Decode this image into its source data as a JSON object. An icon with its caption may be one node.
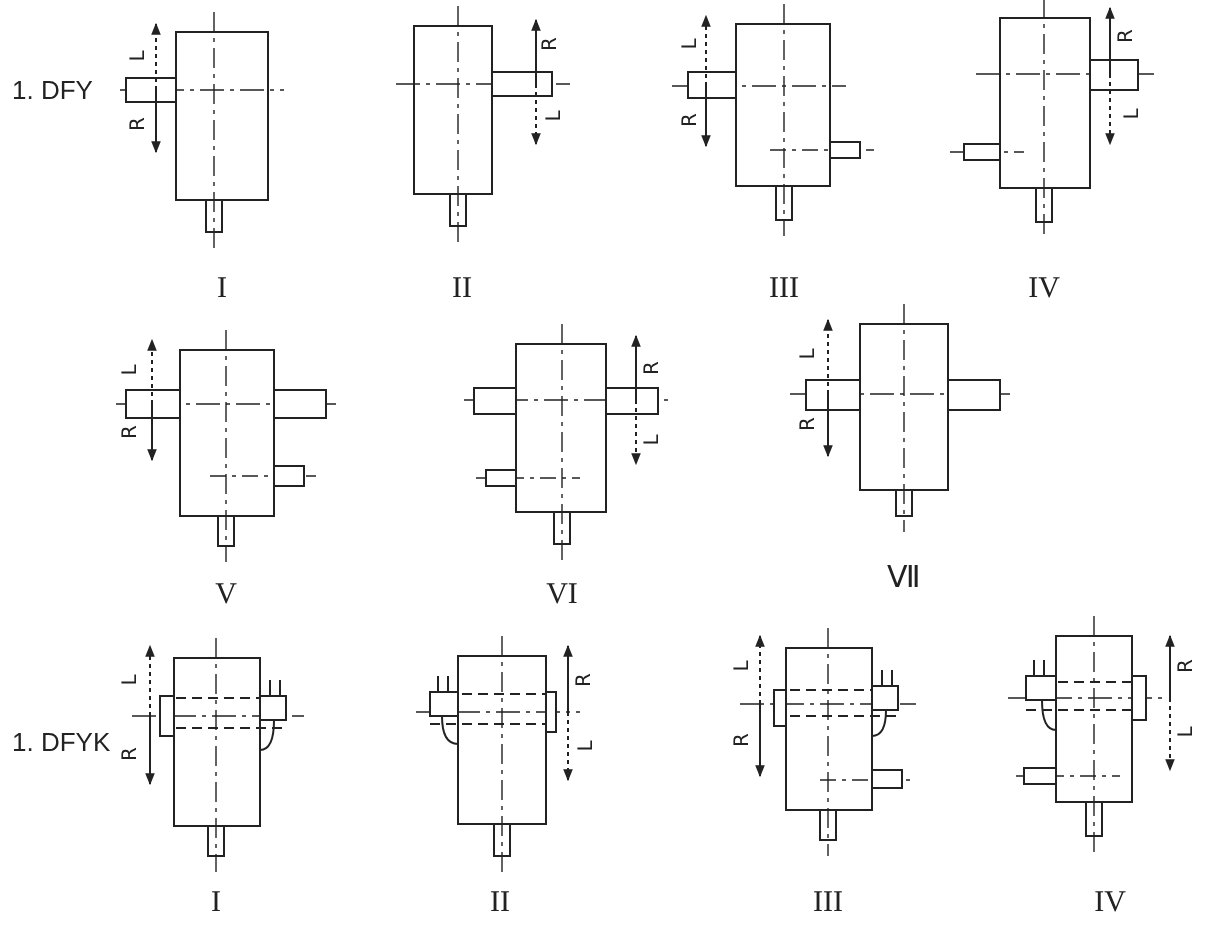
{
  "diagram": {
    "labels": [
      "1. DFY",
      "L",
      "R",
      "R",
      "L",
      "L",
      "R",
      "R",
      "L",
      "I",
      "II",
      "III",
      "IV",
      "L",
      "R",
      "R",
      "L",
      "L",
      "R",
      "V",
      "VI",
      "Ⅶ",
      "1. DFYK",
      "L",
      "R",
      "R",
      "L",
      "L",
      "R",
      "R",
      "L",
      "I",
      "II",
      "III",
      "IV"
    ]
  }
}
